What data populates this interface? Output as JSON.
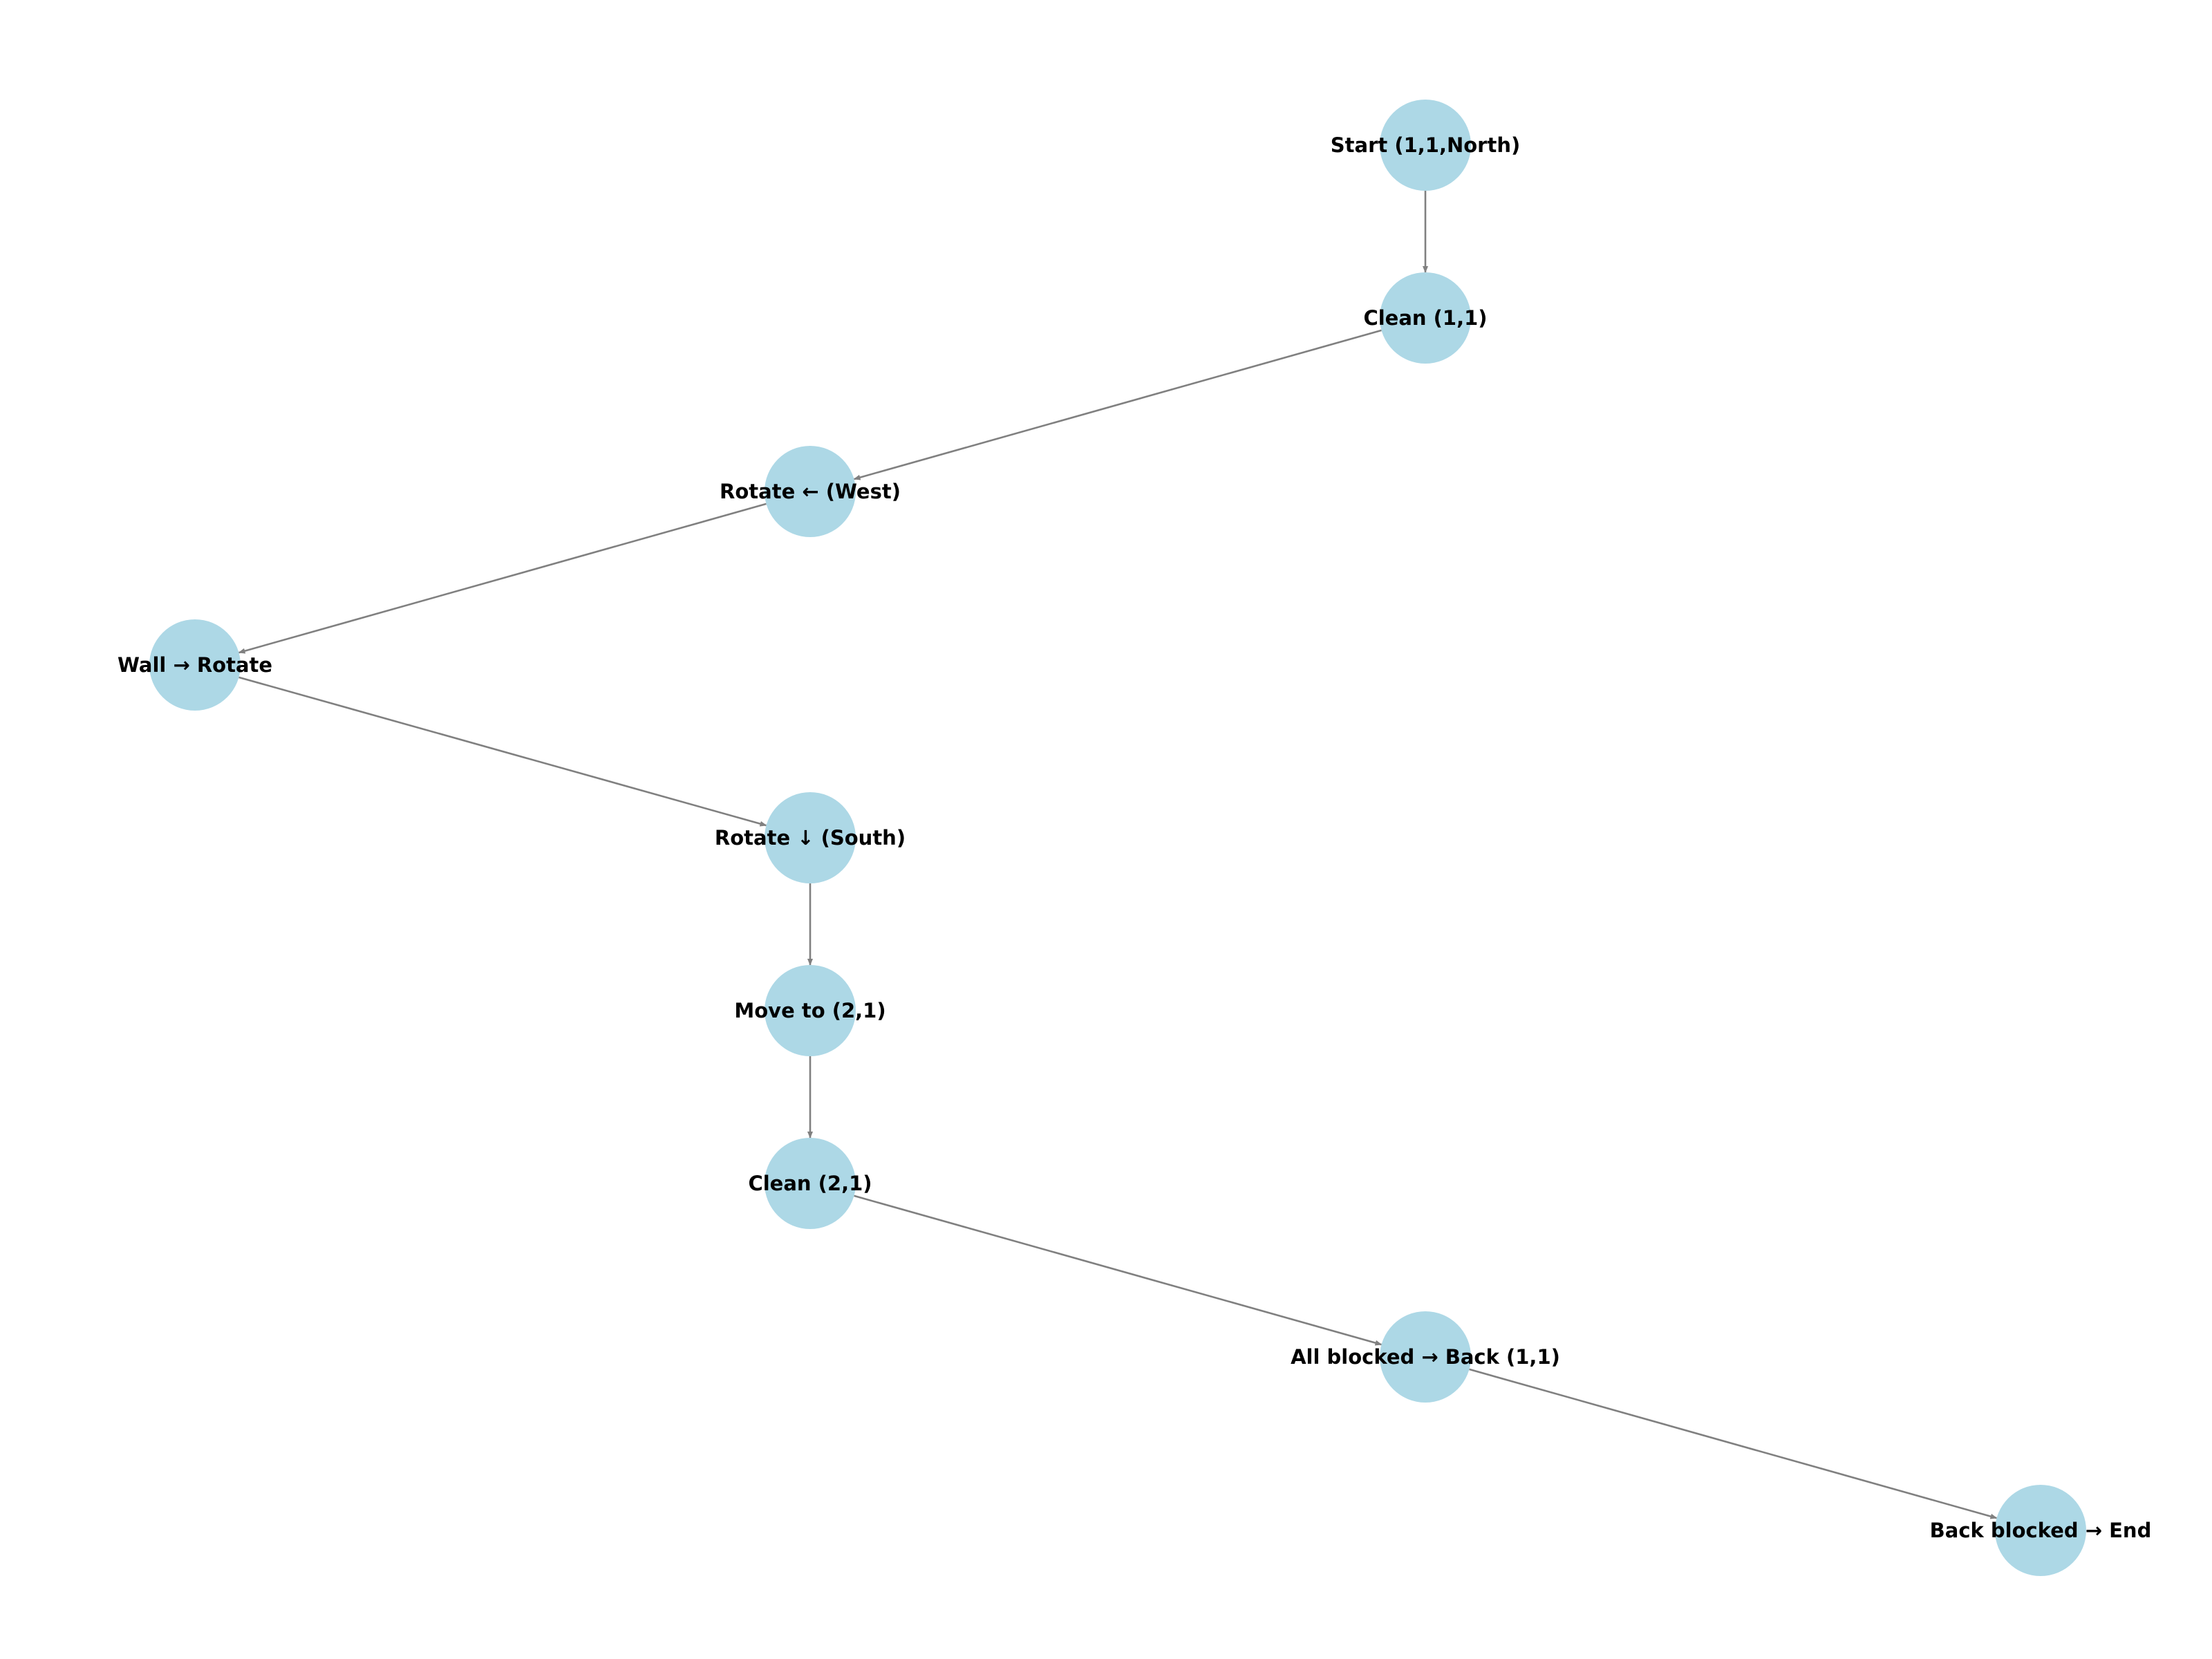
{
  "colors": {
    "node_fill": "#add8e6",
    "edge": "#808080",
    "label": "#000000",
    "background": "#ffffff"
  },
  "nodes": [
    {
      "id": "start",
      "label": "Start (1,1,North)"
    },
    {
      "id": "clean11",
      "label": "Clean (1,1)"
    },
    {
      "id": "rotwest",
      "label": "Rotate ← (West)"
    },
    {
      "id": "wall",
      "label": "Wall → Rotate"
    },
    {
      "id": "rotsouth",
      "label": "Rotate ↓ (South)"
    },
    {
      "id": "move21",
      "label": "Move to (2,1)"
    },
    {
      "id": "clean21",
      "label": "Clean (2,1)"
    },
    {
      "id": "allblocked",
      "label": "All blocked → Back (1,1)"
    },
    {
      "id": "end",
      "label": "Back blocked → End"
    }
  ],
  "edges": [
    {
      "from": "start",
      "to": "clean11"
    },
    {
      "from": "clean11",
      "to": "rotwest"
    },
    {
      "from": "rotwest",
      "to": "wall"
    },
    {
      "from": "wall",
      "to": "rotsouth"
    },
    {
      "from": "rotsouth",
      "to": "move21"
    },
    {
      "from": "move21",
      "to": "clean21"
    },
    {
      "from": "clean21",
      "to": "allblocked"
    },
    {
      "from": "allblocked",
      "to": "end"
    }
  ]
}
